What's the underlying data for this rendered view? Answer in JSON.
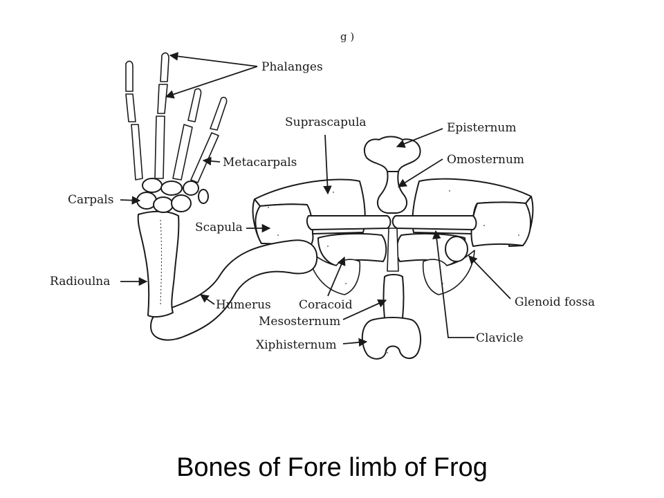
{
  "caption": "Bones of Fore limb of Frog",
  "scan_fragment": "g )",
  "labels": {
    "phalanges": "Phalanges",
    "metacarpals": "Metacarpals",
    "carpals": "Carpals",
    "radioulna": "Radioulna",
    "scapula": "Scapula",
    "humerus": "Humerus",
    "suprascapula": "Suprascapula",
    "episternum": "Episternum",
    "omosternum": "Omosternum",
    "coracoid": "Coracoid",
    "mesosternum": "Mesosternum",
    "xiphisternum": "Xiphisternum",
    "glenoid_fossa": "Glenoid fossa",
    "clavicle": "Clavicle"
  },
  "colors": {
    "ink": "#1a1a1a",
    "background": "#ffffff"
  }
}
